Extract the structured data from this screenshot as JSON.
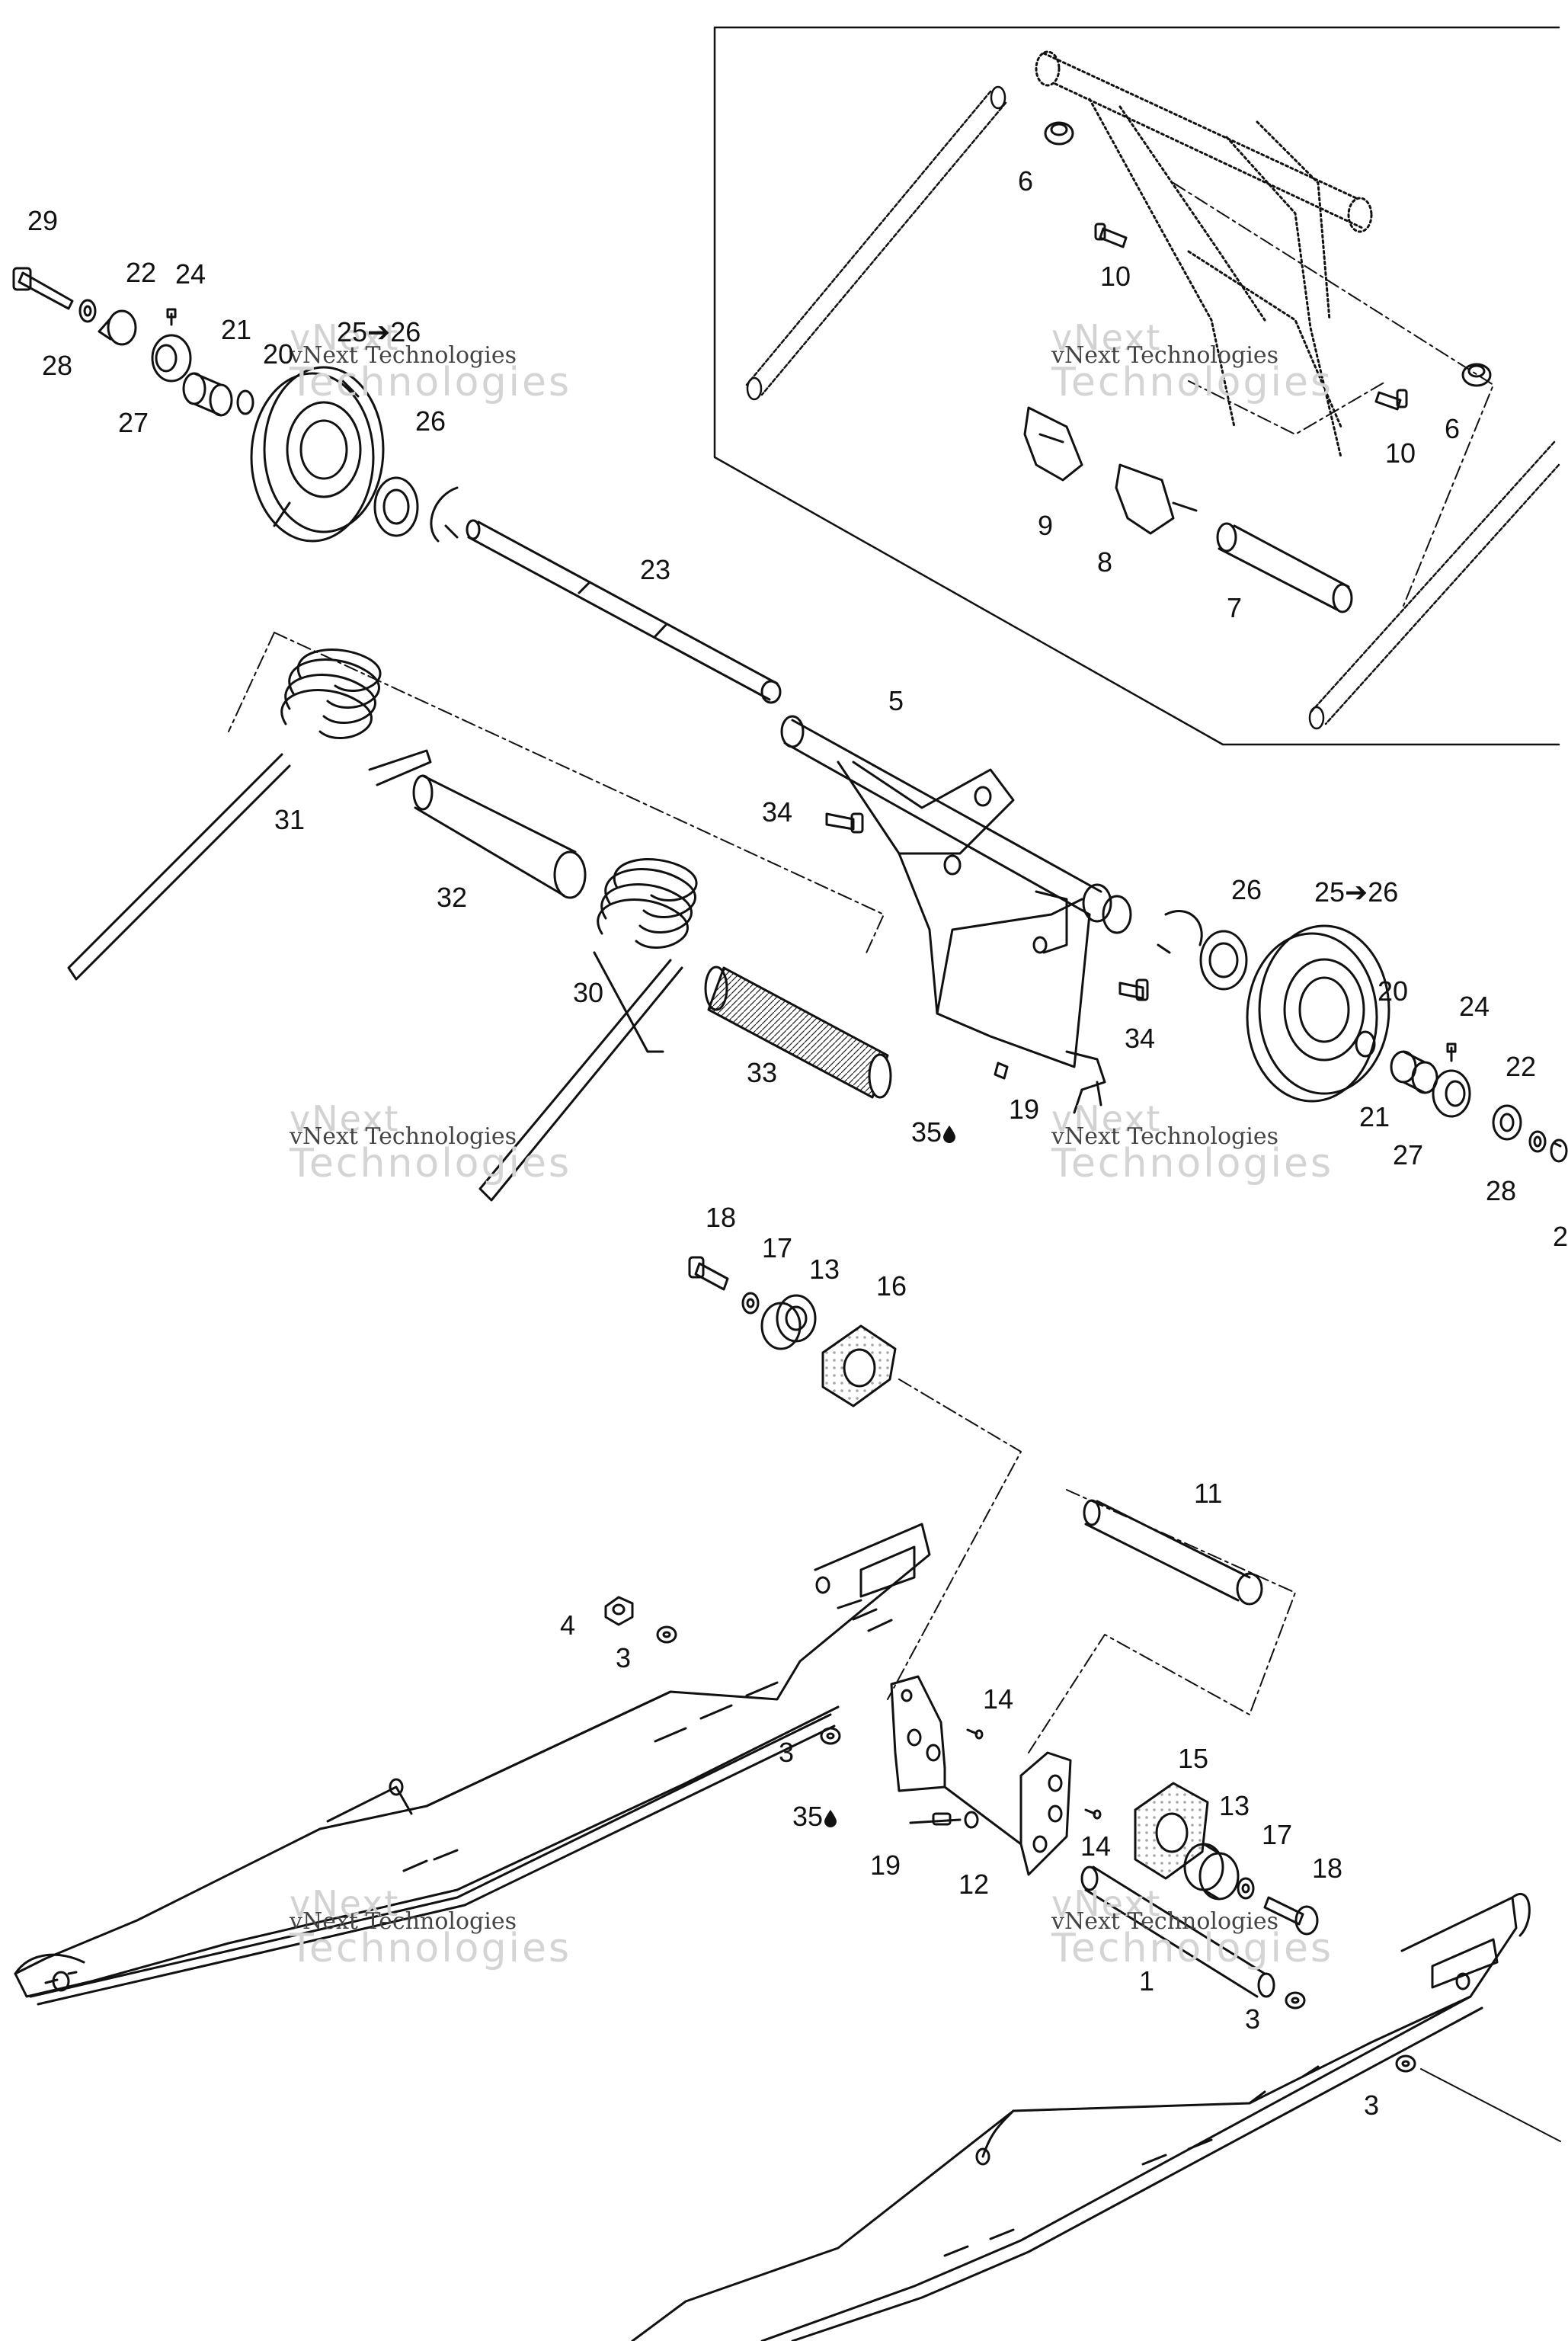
{
  "watermark": {
    "line1": "vNext",
    "line2": "vNext Technologies",
    "line3": "Technologies"
  },
  "labels": [
    {
      "key": "l29",
      "text": "29"
    },
    {
      "key": "l22a",
      "text": "22"
    },
    {
      "key": "l24a",
      "text": "24"
    },
    {
      "key": "l28a",
      "text": "28"
    },
    {
      "key": "l21a",
      "text": "21"
    },
    {
      "key": "l20a",
      "text": "20"
    },
    {
      "key": "l25a",
      "text": "25➔26"
    },
    {
      "key": "l27a",
      "text": "27"
    },
    {
      "key": "l26a",
      "text": "26"
    },
    {
      "key": "l23",
      "text": "23"
    },
    {
      "key": "l6a",
      "text": "6"
    },
    {
      "key": "l10a",
      "text": "10"
    },
    {
      "key": "l10b",
      "text": "10"
    },
    {
      "key": "l6b",
      "text": "6"
    },
    {
      "key": "l9",
      "text": "9"
    },
    {
      "key": "l8",
      "text": "8"
    },
    {
      "key": "l7",
      "text": "7"
    },
    {
      "key": "l5",
      "text": "5"
    },
    {
      "key": "l31",
      "text": "31"
    },
    {
      "key": "l34a",
      "text": "34"
    },
    {
      "key": "l32",
      "text": "32"
    },
    {
      "key": "l30",
      "text": "30"
    },
    {
      "key": "l33",
      "text": "33"
    },
    {
      "key": "l26b",
      "text": "26"
    },
    {
      "key": "l25b",
      "text": "25➔26"
    },
    {
      "key": "l34b",
      "text": "34"
    },
    {
      "key": "l20b",
      "text": "20"
    },
    {
      "key": "l24b",
      "text": "24"
    },
    {
      "key": "l22b",
      "text": "22"
    },
    {
      "key": "l21b",
      "text": "21"
    },
    {
      "key": "l27b",
      "text": "27"
    },
    {
      "key": "l28b",
      "text": "28"
    },
    {
      "key": "l35a",
      "text": "35"
    },
    {
      "key": "l19a",
      "text": "19"
    },
    {
      "key": "l18a",
      "text": "18"
    },
    {
      "key": "l17a",
      "text": "17"
    },
    {
      "key": "l13a",
      "text": "13"
    },
    {
      "key": "l16",
      "text": "16"
    },
    {
      "key": "l11",
      "text": "11"
    },
    {
      "key": "l4",
      "text": "4"
    },
    {
      "key": "l3a",
      "text": "3"
    },
    {
      "key": "l14a",
      "text": "14"
    },
    {
      "key": "l3b",
      "text": "3"
    },
    {
      "key": "l15",
      "text": "15"
    },
    {
      "key": "l35b",
      "text": "35"
    },
    {
      "key": "l14b",
      "text": "14"
    },
    {
      "key": "l13b",
      "text": "13"
    },
    {
      "key": "l17b",
      "text": "17"
    },
    {
      "key": "l19b",
      "text": "19"
    },
    {
      "key": "l12",
      "text": "12"
    },
    {
      "key": "l18b",
      "text": "18"
    },
    {
      "key": "l1",
      "text": "1"
    },
    {
      "key": "l3c",
      "text": "3"
    },
    {
      "key": "l3d",
      "text": "3"
    },
    {
      "key": "l2cut",
      "text": "2"
    }
  ]
}
